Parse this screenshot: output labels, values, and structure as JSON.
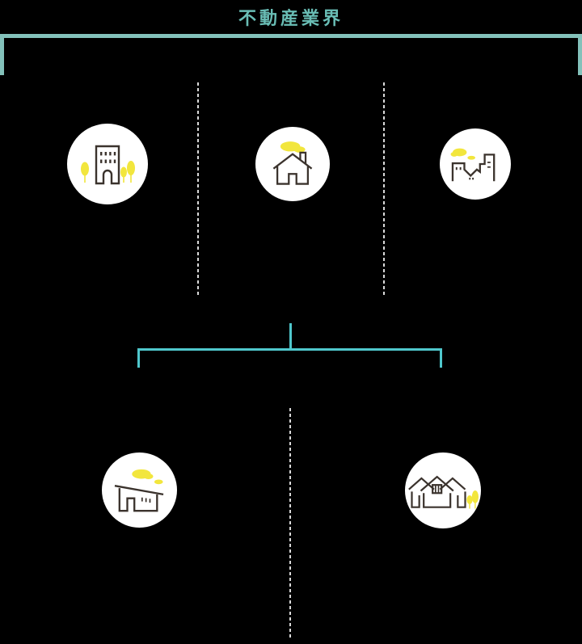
{
  "title": {
    "text": "不動産業界"
  },
  "colors": {
    "background": "#000000",
    "title_text": "#69BDB5",
    "bracket_top": "#83C1BA",
    "bracket_mid": "#4FC7CC",
    "dashed_line": "#D9D9D9",
    "circle_fill": "#FFFFFF",
    "icon_stroke": "#3B332D",
    "icon_accent": "#F2E63D"
  },
  "diagram": {
    "industry_label": "不動産業界",
    "top_nodes": [
      {
        "id": "office-building",
        "icon": "office-building-icon",
        "description": "office building with trees"
      },
      {
        "id": "house",
        "icon": "house-icon",
        "description": "house with chimney and cloud"
      },
      {
        "id": "cityscape",
        "icon": "cityscape-icon",
        "description": "city skyline with clouds"
      }
    ],
    "bottom_nodes": [
      {
        "id": "modern-house",
        "icon": "modern-house-icon",
        "description": "slant-roof house with clouds"
      },
      {
        "id": "houses-row",
        "icon": "houses-row-icon",
        "description": "row of houses with trees"
      }
    ],
    "connectors": [
      "full-width-bracket-under-title",
      "dashed-divider-left",
      "dashed-divider-right",
      "split-bracket-to-two-nodes",
      "dashed-divider-bottom"
    ]
  }
}
